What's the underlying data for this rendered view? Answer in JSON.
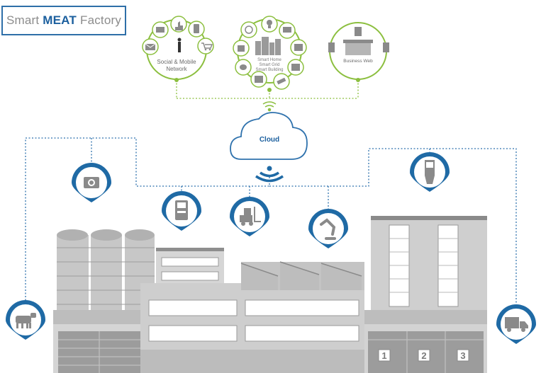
{
  "title": {
    "part1": "Smart",
    "part2": "MEAT",
    "part3": "Factory"
  },
  "nodes": {
    "social": {
      "line1": "Social & Mobile",
      "line2": "Network"
    },
    "smart": {
      "line1": "Smart Home",
      "line2": "Smart Grid",
      "line3": "Smart Building"
    },
    "business": {
      "line1": "Business Web"
    },
    "cloud": {
      "label": "Cloud"
    }
  },
  "doors": {
    "d1": "1",
    "d2": "2",
    "d3": "3"
  },
  "colors": {
    "blue": "#1f6aa5",
    "green": "#8cbf3f",
    "gray": "#b7b7b7",
    "darkgray": "#6b6b6b"
  }
}
